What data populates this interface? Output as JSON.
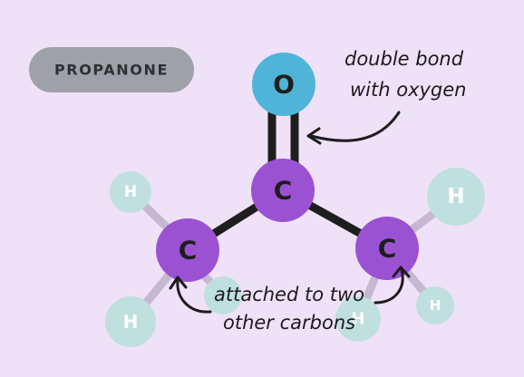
{
  "title_badge": "PROPANONE",
  "atoms": {
    "oxygen": "O",
    "carbonyl_carbon": "C",
    "left_carbon": "C",
    "right_carbon": "C",
    "hydrogen": "H"
  },
  "annotations": {
    "double_bond": [
      "double bond",
      "with oxygen"
    ],
    "attached": [
      "attached to two",
      "other carbons"
    ]
  },
  "colors": {
    "background": "#efe1f7",
    "badge": "#9ea1a8",
    "oxygen": "#4fb4d8",
    "carbon": "#9a52d3",
    "hydrogen": "#bfe0de",
    "bond": "#1e1e1e"
  }
}
